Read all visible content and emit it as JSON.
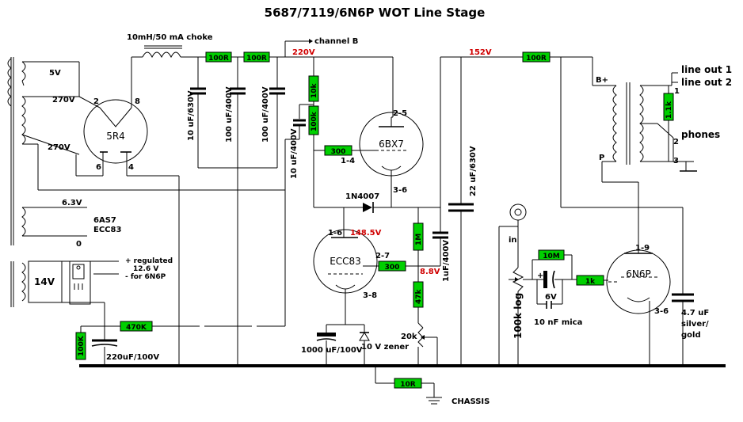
{
  "title": "5687/7119/6N6P WOT Line Stage",
  "labels": {
    "choke": "10mH/50 mA choke",
    "channel_b": "channel B",
    "v220": "220V",
    "v152": "152V",
    "v148": "148.5V",
    "v88": "8.8V",
    "sec_5v": "5V",
    "sec_270a": "270V",
    "sec_270b": "270V",
    "sec_63": "6.3V",
    "tubes_note_1": "6AS7",
    "tubes_note_2": "ECC83",
    "zero": "0",
    "v14": "14V",
    "reg1": "+ regulated",
    "reg2": "12.6 V",
    "reg3": "- for 6N6P",
    "cap_220": "220uF/100V",
    "cap_1000": "1000 uF/100V",
    "zener": "10 V zener",
    "diode": "1N4007",
    "pot_20k": "20k",
    "chassis": "CHASSIS",
    "in": "in",
    "vol": "100k log",
    "v6": "6V",
    "mica": "10 nF mica",
    "b_plus": "B+",
    "p": "P",
    "line_out_1": "line out 1",
    "line_out_2": "line out 2",
    "phones": "phones",
    "cap_47": "4.7 uF",
    "cap_47b": "silver/",
    "cap_47c": "gold",
    "cap_22": "22 uF/630V",
    "cap_1u": "1uF/400V",
    "cap_10u": "10 uF/400V",
    "cap_10u630": "10 uF/630V",
    "cap_100a": "100 uF/400V",
    "cap_100b": "100 uF/400V",
    "pin_2": "2",
    "pin_8": "8",
    "pin_6": "6",
    "pin_4": "4",
    "pin_25": "2-5",
    "pin_14": "1-4",
    "pin_36a": "3-6",
    "pin_16": "1-6",
    "pin_27": "2-7",
    "pin_38": "3-8",
    "pin_19": "1-9",
    "pin_36b": "3-6",
    "out_1": "1",
    "out_2": "2",
    "out_3": "3"
  },
  "tubes": {
    "rect": "5R4",
    "cf": "6BX7",
    "in": "ECC83",
    "out": "6N6P"
  },
  "resistors": {
    "r100a": "100R",
    "r100b": "100R",
    "r10k": "10k",
    "r100k": "100k",
    "r300a": "300",
    "r1m": "1M",
    "r300b": "300",
    "r47k": "47k",
    "r470k": "470K",
    "r100k_b": "100K",
    "r10r": "10R",
    "r100c": "100R",
    "r1_1k": "1.1k",
    "r10m": "10M",
    "r1k": "1k"
  }
}
